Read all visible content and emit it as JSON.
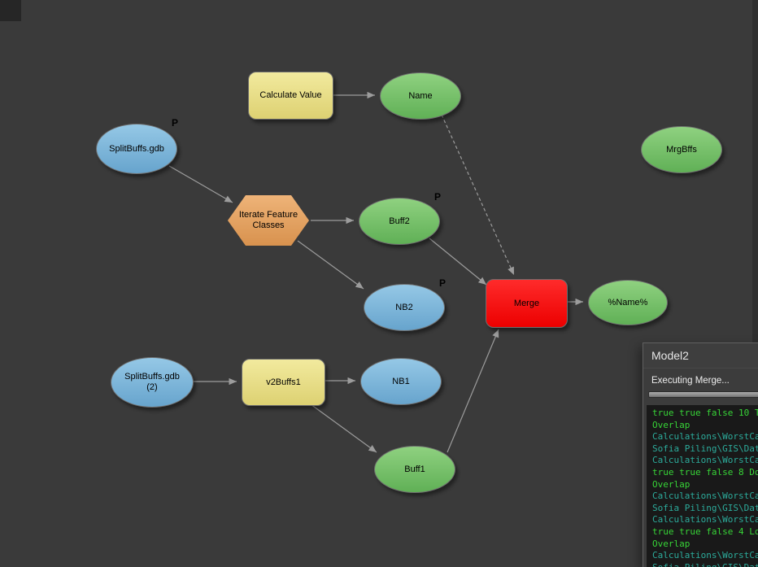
{
  "canvas": {
    "nodes": {
      "calculate_value": {
        "label": "Calculate Value",
        "type": "tool"
      },
      "name": {
        "label": "Name",
        "type": "derived-value"
      },
      "splitbuffs": {
        "label": "SplitBuffs.gdb",
        "type": "input-data",
        "param": "P"
      },
      "iterate": {
        "label": "Iterate Feature Classes",
        "type": "iterator"
      },
      "buff2": {
        "label": "Buff2",
        "type": "derived-data",
        "param": "P"
      },
      "nb2": {
        "label": "NB2",
        "type": "input-data",
        "param": "P"
      },
      "merge": {
        "label": "Merge",
        "type": "tool-running"
      },
      "name_out": {
        "label": "%Name%",
        "type": "derived-data"
      },
      "mrgbffs": {
        "label": "MrgBffs",
        "type": "derived-data"
      },
      "splitbuffs2": {
        "label": "SplitBuffs.gdb (2)",
        "type": "input-data"
      },
      "v2buffs1": {
        "label": "v2Buffs1",
        "type": "tool"
      },
      "nb1": {
        "label": "NB1",
        "type": "input-data"
      },
      "buff1": {
        "label": "Buff1",
        "type": "derived-data"
      }
    },
    "colors": {
      "input_data": "#74b0d8",
      "derived_data": "#77c169",
      "tool": "#eadf88",
      "iterator": "#e3a263",
      "running_tool": "#ff0000",
      "connector": "#9c9c9c",
      "background": "#3a3a3a"
    }
  },
  "dialog": {
    "title": "Model2",
    "status": "Executing Merge...",
    "console": {
      "colors": {
        "value": "#37d437",
        "path": "#2cab9b"
      },
      "lines": [
        {
          "text": "true true false 10 T",
          "kind": "value"
        },
        {
          "text": "Overlap",
          "kind": "value"
        },
        {
          "text": "Calculations\\WorstCa",
          "kind": "path"
        },
        {
          "text": "Sofia Piling\\GIS\\Dat",
          "kind": "path"
        },
        {
          "text": "Calculations\\WorstCa",
          "kind": "path"
        },
        {
          "text": "true true false 8 Do",
          "kind": "value"
        },
        {
          "text": "Overlap",
          "kind": "value"
        },
        {
          "text": "Calculations\\WorstCa",
          "kind": "path"
        },
        {
          "text": "Sofia Piling\\GIS\\Dat",
          "kind": "path"
        },
        {
          "text": "Calculations\\WorstCa",
          "kind": "path"
        },
        {
          "text": "true true false 4 Lo",
          "kind": "value"
        },
        {
          "text": "Overlap",
          "kind": "value"
        },
        {
          "text": "Calculations\\WorstCa",
          "kind": "path"
        },
        {
          "text": "Sofia Piling\\GIS\\Dat",
          "kind": "path"
        }
      ]
    }
  }
}
